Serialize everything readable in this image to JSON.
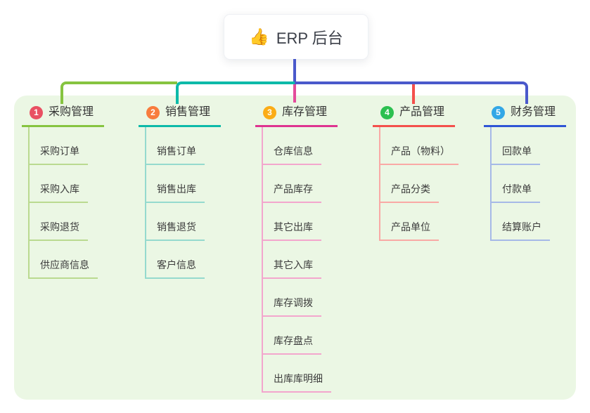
{
  "root": {
    "icon": "👍",
    "title": "ERP 后台"
  },
  "connector_colors": {
    "blue": "#4a59cb",
    "green": "#86c440",
    "teal": "#0dbaa9",
    "magenta": "#e44b9c",
    "red": "#f4504c"
  },
  "panel_color": "#ebf7e4",
  "branches": [
    {
      "num": "1",
      "label": "采购管理",
      "badge_color": "#e95062",
      "line_color": "#86c440",
      "child_line_color": "#bada90",
      "children": [
        "采购订单",
        "采购入库",
        "采购退货",
        "供应商信息"
      ]
    },
    {
      "num": "2",
      "label": "销售管理",
      "badge_color": "#f87c3d",
      "line_color": "#0dbaa9",
      "child_line_color": "#95dace",
      "children": [
        "销售订单",
        "销售出库",
        "销售退货",
        "客户信息"
      ]
    },
    {
      "num": "3",
      "label": "库存管理",
      "badge_color": "#fbac16",
      "line_color": "#de3490",
      "child_line_color": "#f3a6cd",
      "children": [
        "仓库信息",
        "产品库存",
        "其它出库",
        "其它入库",
        "库存调拨",
        "库存盘点",
        "出库库明细"
      ]
    },
    {
      "num": "4",
      "label": "产品管理",
      "badge_color": "#2cc050",
      "line_color": "#f4504c",
      "child_line_color": "#f9a9a5",
      "children": [
        "产品（物料）",
        "产品分类",
        "产品单位"
      ]
    },
    {
      "num": "5",
      "label": "财务管理",
      "badge_color": "#32a7e6",
      "line_color": "#2f55d5",
      "child_line_color": "#a6b9e7",
      "children": [
        "回款单",
        "付款单",
        "结算账户"
      ]
    }
  ]
}
